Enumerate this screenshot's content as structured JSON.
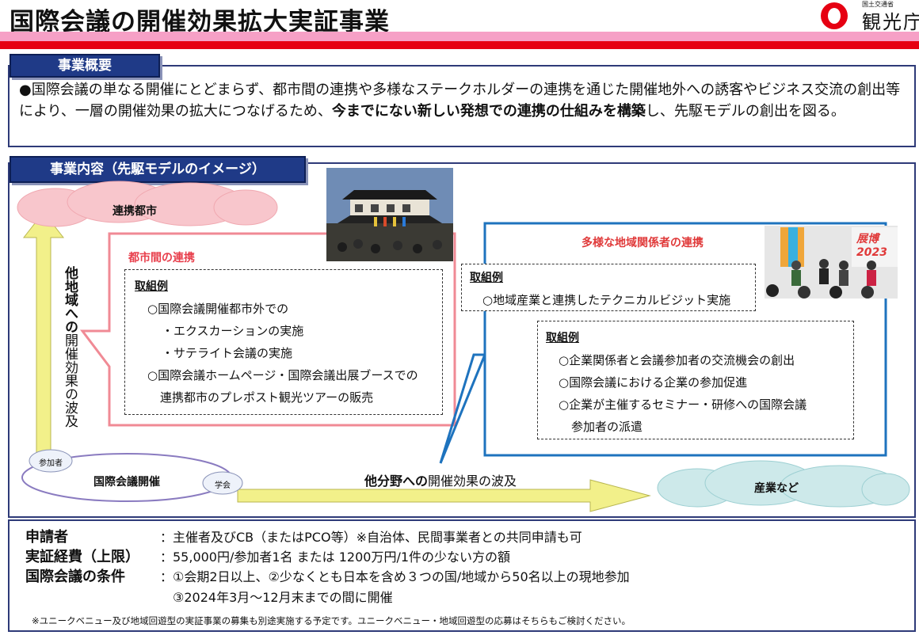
{
  "header": {
    "title": "国際会議の開催効果拡大実証事業",
    "logo_small": "国土交通省",
    "logo_main": "観光庁"
  },
  "overview": {
    "tab": "事業概要",
    "text_plain": "●国際会議の単なる開催にとどまらず、都市間の連携や多様なステークホルダーの連携を通じた開催地外への誘客やビジネス交流の創出等により、一層の開催効果の拡大につなげるため、",
    "text_bold": "今までにない新しい発想での連携の仕組みを構築",
    "text_end": "し、先駆モデルの創出を図る。"
  },
  "content": {
    "tab": "事業内容（先駆モデルのイメージ）",
    "city_cloud": "連携都市",
    "intercity_title": "都市間の連携",
    "intercity_box": {
      "label": "取組例",
      "items": [
        "○国際会議開催都市外での",
        "・エクスカーションの実施",
        "・サテライト会議の実施",
        "○国際会議ホームページ・国際会議出展ブースでの",
        "連携都市のプレポスト観光ツアーの販売"
      ]
    },
    "stakeholder_title": "多様な地域関係者の連携",
    "stakeholder_box1": {
      "label": "取組例",
      "items": [
        "○地域産業と連携したテクニカルビジット実施"
      ]
    },
    "stakeholder_box2": {
      "label": "取組例",
      "items": [
        "○企業関係者と会議参加者の交流機会の創出",
        "○国際会議における企業の参加促進",
        "○企業が主催するセミナー・研修への国際会議",
        "参加者の派遣"
      ]
    },
    "vertical_bold": "他地域への",
    "vertical_plain": "開催効果の波及",
    "horizontal_bold": "他分野への",
    "horizontal_plain": "開催効果の波及",
    "conference": "国際会議開催",
    "participants": "参加者",
    "academic": "学会",
    "industry": "産業など",
    "photo_sign": "展博2023"
  },
  "requirements": {
    "rows": [
      {
        "key": "申請者",
        "value": "：主催者及びCB（またはPCO等）※自治体、民間事業者との共同申請も可"
      },
      {
        "key": "実証経費（上限）",
        "value": "：55,000円/参加者1名 または 1200万円/1件の少ない方の額"
      },
      {
        "key": "国際会議の条件",
        "value": "：①会期2日以上、②少なくとも日本を含め３つの国/地域から50名以上の現地参加"
      }
    ],
    "extra": "③2024年3月～12月末までの間に開催",
    "note": "※ユニークベニュー及び地域回遊型の実証事業の募集も別途実施する予定です。ユニークベニュー・地域回遊型の応募はそちらもご検討ください。"
  },
  "colors": {
    "navy": "#1f3a87",
    "red": "#e60012",
    "pink": "#f6a0c6",
    "intercity": "#f08a95",
    "stakeholder": "#1e73be",
    "arrow": "#f2f08a"
  }
}
